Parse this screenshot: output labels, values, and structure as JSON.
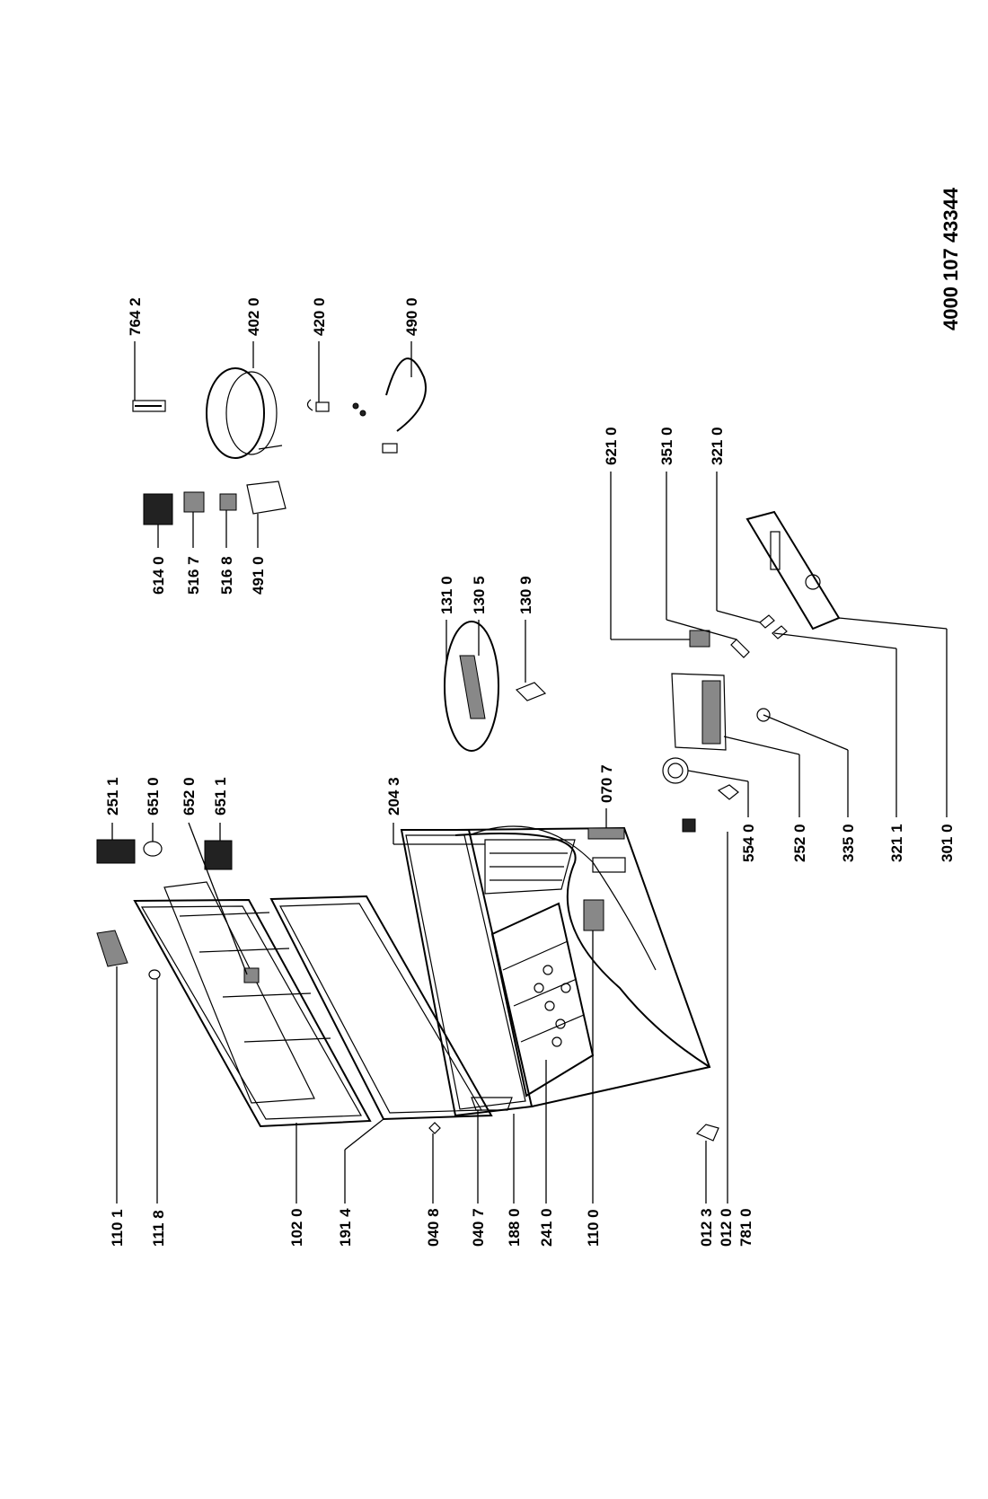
{
  "document_number": "4000 107 43344",
  "labels": [
    {
      "key": "l1101",
      "text": "110 1"
    },
    {
      "key": "l1118",
      "text": "111 8"
    },
    {
      "key": "l1020",
      "text": "102 0"
    },
    {
      "key": "l1914",
      "text": "191 4"
    },
    {
      "key": "l0408",
      "text": "040 8"
    },
    {
      "key": "l0407",
      "text": "040 7"
    },
    {
      "key": "l1880",
      "text": "188 0"
    },
    {
      "key": "l2410",
      "text": "241 0"
    },
    {
      "key": "l1100",
      "text": "110 0"
    },
    {
      "key": "l0123",
      "text": "012 3"
    },
    {
      "key": "l0120",
      "text": "012 0"
    },
    {
      "key": "l7810",
      "text": "781 0"
    },
    {
      "key": "l2511",
      "text": "251 1"
    },
    {
      "key": "l6510",
      "text": "651 0"
    },
    {
      "key": "l6520",
      "text": "652 0"
    },
    {
      "key": "l6511",
      "text": "651 1"
    },
    {
      "key": "l2043",
      "text": "204 3"
    },
    {
      "key": "l0707",
      "text": "070 7"
    },
    {
      "key": "l5540",
      "text": "554 0"
    },
    {
      "key": "l2520",
      "text": "252 0"
    },
    {
      "key": "l3350",
      "text": "335 0"
    },
    {
      "key": "l3211",
      "text": "321 1"
    },
    {
      "key": "l3010",
      "text": "301 0"
    },
    {
      "key": "l1310",
      "text": "131 0"
    },
    {
      "key": "l1305",
      "text": "130 5"
    },
    {
      "key": "l1309",
      "text": "130 9"
    },
    {
      "key": "l6140",
      "text": "614 0"
    },
    {
      "key": "l5167",
      "text": "516 7"
    },
    {
      "key": "l5168",
      "text": "516 8"
    },
    {
      "key": "l4910",
      "text": "491 0"
    },
    {
      "key": "l6210",
      "text": "621 0"
    },
    {
      "key": "l3510",
      "text": "351 0"
    },
    {
      "key": "l3210",
      "text": "321 0"
    },
    {
      "key": "l7642",
      "text": "764 2"
    },
    {
      "key": "l4020",
      "text": "402 0"
    },
    {
      "key": "l4200",
      "text": "420 0"
    },
    {
      "key": "l4900",
      "text": "490 0"
    }
  ]
}
